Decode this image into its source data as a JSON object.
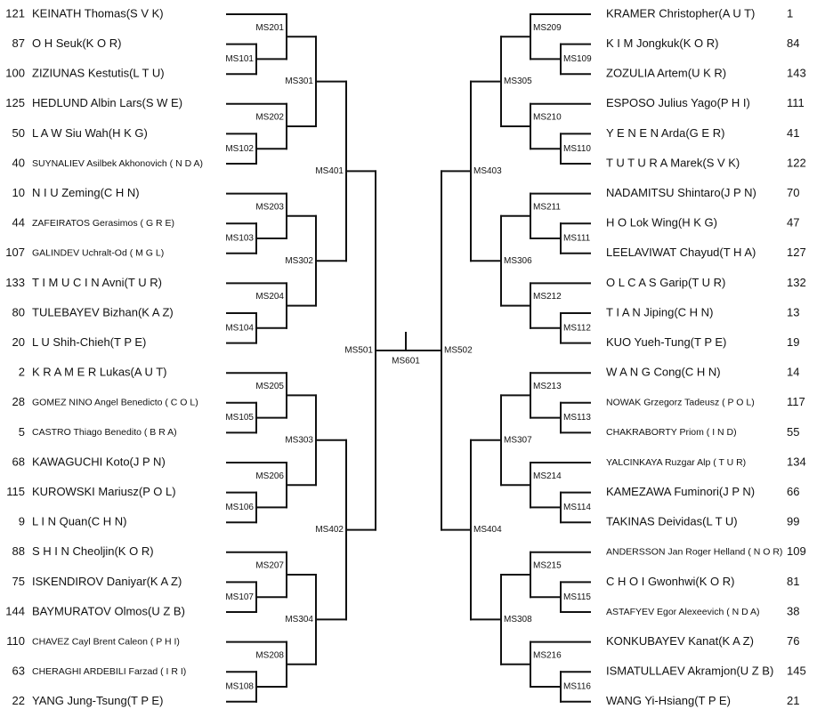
{
  "left_players": [
    {
      "seed": "121",
      "name": "KEINATH Thomas(S V K)"
    },
    {
      "seed": "87",
      "name": "O H  Seuk(K O R)"
    },
    {
      "seed": "100",
      "name": "ZIZIUNAS Kestutis(L T U)"
    },
    {
      "seed": "125",
      "name": "HEDLUND Albin Lars(S W E)"
    },
    {
      "seed": "50",
      "name": "L A W  Siu Wah(H K G)"
    },
    {
      "seed": "40",
      "name": "SUYNALIEV Asilbek Akhonovich ( N D A)"
    },
    {
      "seed": "10",
      "name": "N I U  Zeming(C H N)"
    },
    {
      "seed": "44",
      "name": "ZAFEIRATOS Gerasimos ( G R E)"
    },
    {
      "seed": "107",
      "name": "GALINDEV Uchralt-Od ( M G L)"
    },
    {
      "seed": "133",
      "name": "T I M U C I N  Avni(T U R)"
    },
    {
      "seed": "80",
      "name": "TULEBAYEV Bizhan(K A Z)"
    },
    {
      "seed": "20",
      "name": "L U  Shih-Chieh(T P E)"
    },
    {
      "seed": "2",
      "name": "K R A M E R  Lukas(A U T)"
    },
    {
      "seed": "28",
      "name": "GOMEZ NINO Angel Benedicto ( C O L)"
    },
    {
      "seed": "5",
      "name": "CASTRO Thiago Benedito ( B R A)"
    },
    {
      "seed": "68",
      "name": "KAWAGUCHI Koto(J P N)"
    },
    {
      "seed": "115",
      "name": "KUROWSKI Mariusz(P O L)"
    },
    {
      "seed": "9",
      "name": "L I N  Quan(C H N)"
    },
    {
      "seed": "88",
      "name": "S H I N  Cheoljin(K O R)"
    },
    {
      "seed": "75",
      "name": "ISKENDIROV Daniyar(K A Z)"
    },
    {
      "seed": "144",
      "name": "BAYMURATOV Olmos(U Z B)"
    },
    {
      "seed": "110",
      "name": "CHAVEZ Cayl Brent Caleon ( P H I)"
    },
    {
      "seed": "63",
      "name": "CHERAGHI ARDEBILI Farzad ( I R I)"
    },
    {
      "seed": "22",
      "name": "YANG Jung-Tsung(T P E)"
    }
  ],
  "right_players": [
    {
      "seed": "1",
      "name": "KRAMER Christopher(A U T)"
    },
    {
      "seed": "84",
      "name": "K I M  Jongkuk(K O R)"
    },
    {
      "seed": "143",
      "name": "ZOZULIA Artem(U K R)"
    },
    {
      "seed": "111",
      "name": "ESPOSO Julius Yago(P H I)"
    },
    {
      "seed": "41",
      "name": "Y E N E N  Arda(G E R)"
    },
    {
      "seed": "122",
      "name": "T U T U R A  Marek(S V K)"
    },
    {
      "seed": "70",
      "name": "NADAMITSU Shintaro(J P N)"
    },
    {
      "seed": "47",
      "name": "H O  Lok Wing(H K G)"
    },
    {
      "seed": "127",
      "name": "LEELAVIWAT Chayud(T H A)"
    },
    {
      "seed": "132",
      "name": "O L C A S  Garip(T U R)"
    },
    {
      "seed": "13",
      "name": "T I A N  Jiping(C H N)"
    },
    {
      "seed": "19",
      "name": "KUO Yueh-Tung(T P E)"
    },
    {
      "seed": "14",
      "name": "W A N G  Cong(C H N)"
    },
    {
      "seed": "117",
      "name": "NOWAK Grzegorz Tadeusz ( P O L)"
    },
    {
      "seed": "55",
      "name": "CHAKRABORTY Priom ( I N D)"
    },
    {
      "seed": "134",
      "name": "YALCINKAYA Ruzgar Alp ( T U R)"
    },
    {
      "seed": "66",
      "name": "KAMEZAWA Fuminori(J P N)"
    },
    {
      "seed": "99",
      "name": "TAKINAS Deividas(L T U)"
    },
    {
      "seed": "109",
      "name": "ANDERSSON Jan Roger Helland ( N O R)"
    },
    {
      "seed": "81",
      "name": "C H O I  Gwonhwi(K O R)"
    },
    {
      "seed": "38",
      "name": "ASTAFYEV Egor Alexeevich ( N D A)"
    },
    {
      "seed": "76",
      "name": "KONKUBAYEV Kanat(K A Z)"
    },
    {
      "seed": "145",
      "name": "ISMATULLAEV Akramjon(U Z B)"
    },
    {
      "seed": "21",
      "name": "WANG Yi-Hsiang(T P E)"
    }
  ],
  "left_r1": [
    "MS101",
    "MS102",
    "MS103",
    "MS104",
    "MS105",
    "MS106",
    "MS107",
    "MS108"
  ],
  "left_r2": [
    "MS201",
    "MS202",
    "MS203",
    "MS204",
    "MS205",
    "MS206",
    "MS207",
    "MS208"
  ],
  "left_r3": [
    "MS301",
    "MS302",
    "MS303",
    "MS304"
  ],
  "left_r4": [
    "MS401",
    "MS402"
  ],
  "right_r1": [
    "MS109",
    "MS110",
    "MS111",
    "MS112",
    "MS113",
    "MS114",
    "MS115",
    "MS116"
  ],
  "right_r2": [
    "MS209",
    "MS210",
    "MS211",
    "MS212",
    "MS213",
    "MS214",
    "MS215",
    "MS216"
  ],
  "right_r3": [
    "MS305",
    "MS306",
    "MS307",
    "MS308"
  ],
  "right_r4": [
    "MS403",
    "MS404"
  ],
  "semis": [
    "MS501",
    "MS502"
  ],
  "final": "MS601",
  "small_name_style": [
    "SUYNALIEV Asilbek Akhonovich ( N D A)",
    "ZAFEIRATOS Gerasimos ( G R E)",
    "GALINDEV Uchralt-Od ( M G L)",
    "GOMEZ NINO Angel Benedicto ( C O L)",
    "CASTRO Thiago Benedito ( B R A)",
    "CHAVEZ Cayl Brent Caleon ( P H I)",
    "CHERAGHI ARDEBILI Farzad ( I R I)",
    "NOWAK Grzegorz Tadeusz ( P O L)",
    "CHAKRABORTY Priom ( I N D)",
    "YALCINKAYA Ruzgar Alp ( T U R)",
    "ANDERSSON Jan Roger Helland ( N O R)",
    "ASTAFYEV Egor Alexeevich ( N D A)"
  ]
}
